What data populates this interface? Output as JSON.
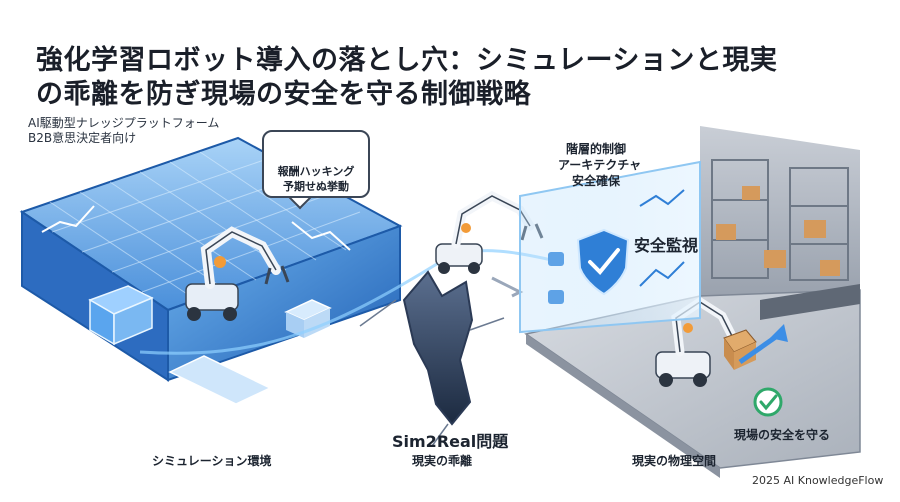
{
  "title": {
    "line1": "強化学習ロボット導入の落とし穴：シミュレーションと現実",
    "line2": "の乖離を防ぎ現場の安全を守る制御戦略"
  },
  "subtitle": {
    "line1": "AI駆動型ナレッジプラットフォーム",
    "line2": "B2B意思決定者向け"
  },
  "callout": {
    "line1": "報酬ハッキング",
    "line2": "予期せぬ挙動"
  },
  "labels": {
    "simulation": "シミュレーション環境",
    "gap_title": "Sim2Real問題",
    "gap_sub": "現実の乖離",
    "real_world": "現実の物理空間",
    "safety_arch_1": "階層的制御",
    "safety_arch_2": "アーキテクチャ",
    "safety_arch_3": "安全確保",
    "safety_monitor": "安全監視",
    "protect": "現場の安全を守る"
  },
  "footer": {
    "copyright": "2025 AI KnowledgeFlow"
  },
  "icons": [
    "thumbs-up-icon",
    "arrow-right-icon",
    "question-icon",
    "shield-check-icon",
    "lock-icon",
    "check-circle-icon"
  ],
  "colors": {
    "accent_blue": "#2f7fd6",
    "sim_blue": "#3d86d8",
    "check_green": "#2fa86a",
    "question_red": "#e2533d"
  }
}
